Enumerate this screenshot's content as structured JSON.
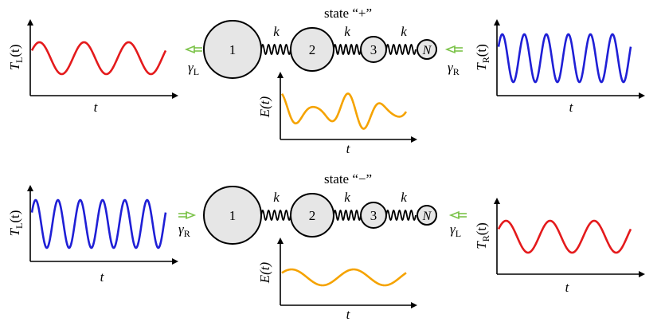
{
  "panels": [
    {
      "state_label": "state “+”",
      "left_axis": {
        "ylabel": "T",
        "ysub": "L",
        "yarg": "(t)",
        "xlabel": "t",
        "color": "#e41a1c",
        "cycles": 3
      },
      "right_axis": {
        "ylabel": "T",
        "ysub": "R",
        "yarg": "(t)",
        "xlabel": "t",
        "color": "#1f1fd6",
        "cycles": 6
      },
      "energy_axis": {
        "ylabel": "E(t)",
        "xlabel": "t",
        "color": "#f5a300",
        "beating": true
      },
      "coupling_left": {
        "symbol": "γ",
        "sub": "L"
      },
      "coupling_right": {
        "symbol": "γ",
        "sub": "R"
      }
    },
    {
      "state_label": "state “−”",
      "left_axis": {
        "ylabel": "T",
        "ysub": "L",
        "yarg": "(t)",
        "xlabel": "t",
        "color": "#1f1fd6",
        "cycles": 6
      },
      "right_axis": {
        "ylabel": "T",
        "ysub": "R",
        "yarg": "(t)",
        "xlabel": "t",
        "color": "#e41a1c",
        "cycles": 3
      },
      "energy_axis": {
        "ylabel": "E(t)",
        "xlabel": "t",
        "color": "#f5a300",
        "beating": false
      },
      "coupling_left": {
        "symbol": "γ",
        "sub": "R"
      },
      "coupling_right": {
        "symbol": "γ",
        "sub": "L"
      }
    }
  ],
  "chain": {
    "masses": [
      "1",
      "2",
      "3",
      "N"
    ],
    "spring_label": "k",
    "mass_fill": "#e6e6e6",
    "arrow_color": "#7cc34a"
  }
}
